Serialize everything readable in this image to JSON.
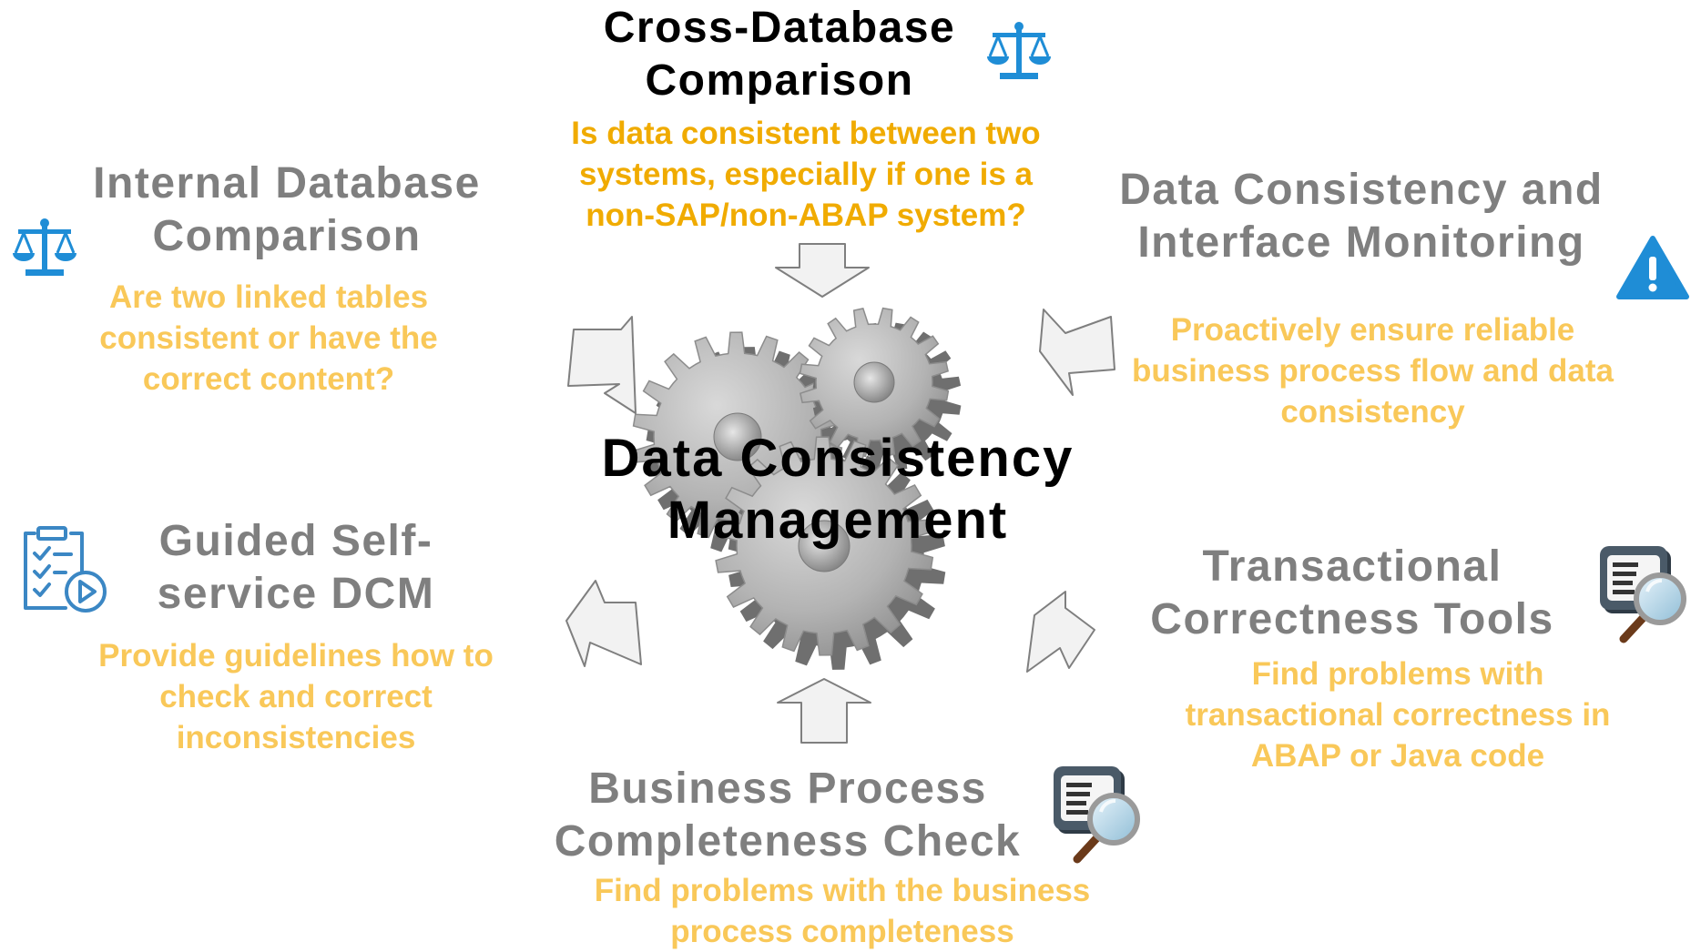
{
  "center": {
    "title": "Data Consistency\nManagement"
  },
  "nodes": [
    {
      "id": "cross-db",
      "title": "Cross-Database\nComparison",
      "description": "Is data consistent between two\nsystems, especially if one is a\nnon-SAP/non-ABAP system?",
      "icon": "scales-icon"
    },
    {
      "id": "internal-db",
      "title": "Internal Database\nComparison",
      "description": "Are two linked tables\nconsistent or have the\ncorrect content?",
      "icon": "scales-icon"
    },
    {
      "id": "interface-monitoring",
      "title": "Data Consistency and\nInterface Monitoring",
      "description": "Proactively ensure reliable\nbusiness process flow and data\nconsistency",
      "icon": "warning-icon"
    },
    {
      "id": "guided-self-service",
      "title": "Guided Self-\nservice DCM",
      "description": "Provide guidelines how to\ncheck and correct\ninconsistencies",
      "icon": "checklist-play-icon"
    },
    {
      "id": "transactional-correctness",
      "title": "Transactional\nCorrectness Tools",
      "description": "Find problems with\ntransactional correctness in\nABAP or Java code",
      "icon": "magnifier-document-icon"
    },
    {
      "id": "bp-completeness",
      "title": "Business Process\nCompleteness Check",
      "description": "Find problems with the business\nprocess completeness",
      "icon": "magnifier-document-icon"
    }
  ],
  "colors": {
    "gray_title": "#7f7f7f",
    "black_title": "#000000",
    "yellow_desc": "#f0ab00",
    "light_yellow_desc": "#f9c859",
    "icon_blue": "#1f8dd6",
    "gear_gray": "#a6a6a6",
    "arrow_fill": "#f2f2f2",
    "arrow_stroke": "#7f7f7f"
  }
}
